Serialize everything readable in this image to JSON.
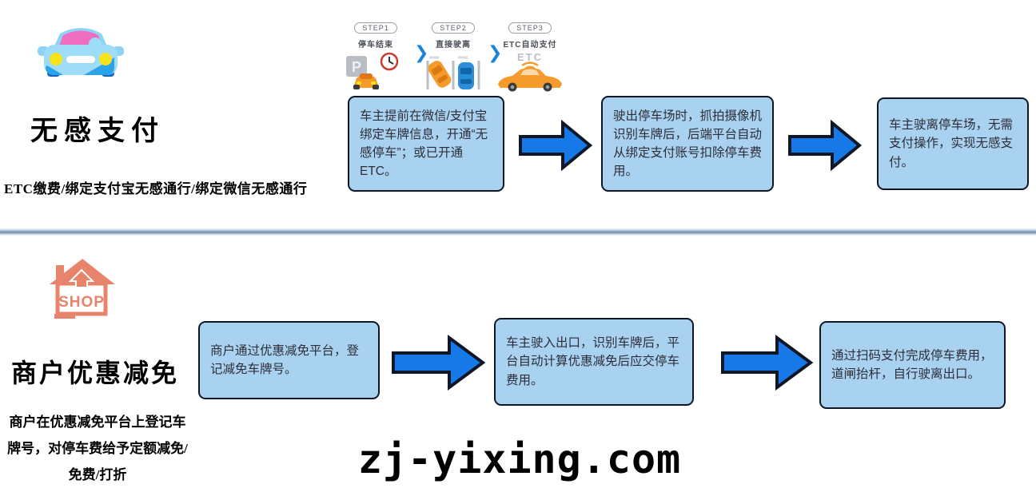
{
  "watermark": "zj-yixing.com",
  "top": {
    "title": "无感支付",
    "subtitle": "ETC缴费/绑定支付宝无感通行/绑定微信无感通行",
    "steps": [
      {
        "badge": "STEP1",
        "label": "停车结束"
      },
      {
        "badge": "STEP2",
        "label": "直接驶离"
      },
      {
        "badge": "STEP3",
        "label": "ETC自动支付"
      }
    ],
    "step_chevron": "❯",
    "etc_label": "ETC",
    "boxes": [
      "车主提前在微信/支付宝绑定车牌信息，开通“无感停车”；或已开通ETC。",
      "驶出停车场时，抓拍摄像机识别车牌后，后端平台自动从绑定支付账号扣除停车费用。",
      "车主驶离停车场，无需支付操作，实现无感支付。"
    ]
  },
  "bottom": {
    "title": "商户优惠减免",
    "subtitle": "商户在优惠减免平台上登记车牌号，对停车费给予定额减免/免费/打折",
    "shop_label": "SHOP",
    "boxes": [
      "商户通过优惠减免平台，登记减免车牌号。",
      "车主驶入出口，识别车牌后，平台自动计算优惠减免后应交停车费用。",
      "通过扫码支付完成停车费用，道闸抬杆，自行驶离出口。"
    ]
  },
  "colors": {
    "box_fill": "#a9d2f0",
    "box_border": "#0e1726",
    "arrow_fill": "#1778e8",
    "divider_blue": "#7e9db6",
    "shop_coral": "#e8846c"
  }
}
